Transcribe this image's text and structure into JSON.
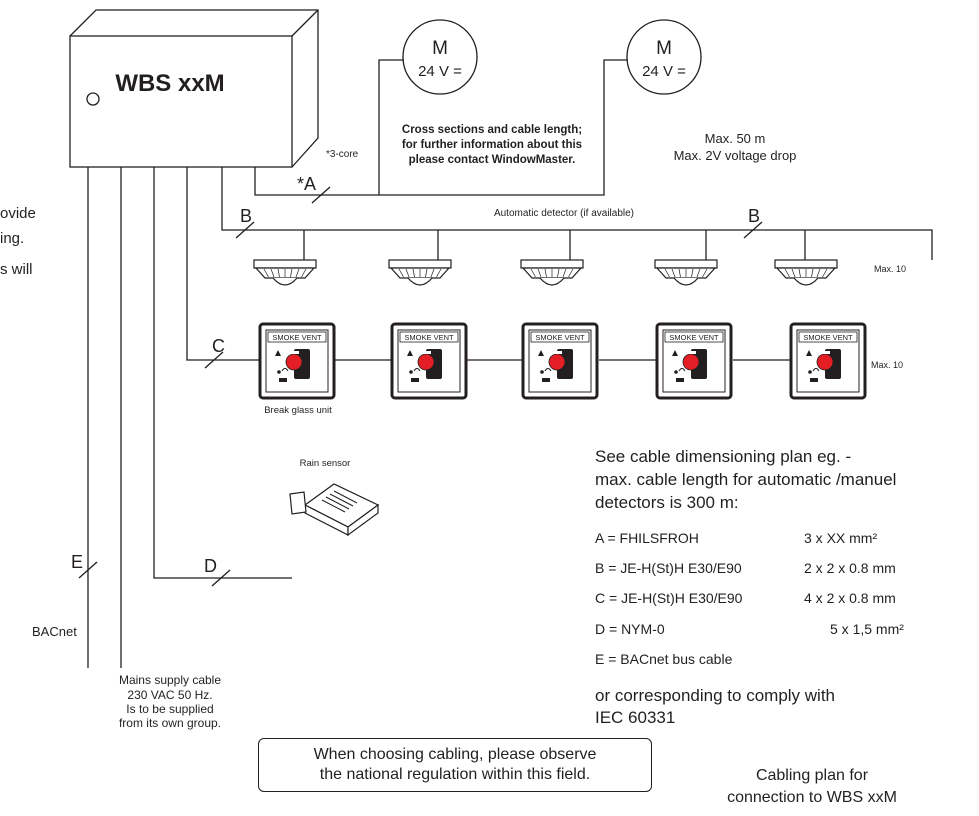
{
  "title": "WBS xxM",
  "left_partial_text": [
    "ovide",
    "ing.",
    "s will"
  ],
  "motors": [
    {
      "letter": "M",
      "voltage": "24 V ="
    },
    {
      "letter": "M",
      "voltage": "24 V ="
    }
  ],
  "cross_section_note": [
    "Cross sections and cable length;",
    "for further information about this",
    "please contact WindowMaster."
  ],
  "max_length_note": [
    "Max. 50 m",
    "Max. 2V voltage drop"
  ],
  "core_note": "*3-core",
  "cable_labels": {
    "a": "*A",
    "b1": "B",
    "b2": "B",
    "c": "C",
    "d": "D",
    "e": "E"
  },
  "detector_caption": "Automatic detector (if available)",
  "detector_max": "Max. 10",
  "break_glass_label": "SMOKE VENT",
  "break_glass_caption": "Break glass unit",
  "break_glass_max": "Max. 10",
  "rain_sensor_caption": "Rain sensor",
  "bacnet_label": "BACnet",
  "mains_note": [
    "Mains supply cable",
    "230 VAC 50 Hz.",
    "Is to be supplied",
    "from its own group."
  ],
  "dimensioning_intro": [
    "See cable dimensioning plan eg. -",
    "max. cable length for automatic /manuel",
    "detectors is 300 m:"
  ],
  "cable_specs": [
    {
      "code": "A = FHILSFROH",
      "size": "3 x XX mm²"
    },
    {
      "code": "B = JE-H(St)H E30/E90",
      "size": "2 x 2 x 0.8 mm"
    },
    {
      "code": "C = JE-H(St)H E30/E90",
      "size": "4 x 2 x 0.8 mm"
    },
    {
      "code": "D = NYM-0",
      "size": "5 x 1,5 mm²"
    },
    {
      "code": "E = BACnet bus cable",
      "size": ""
    }
  ],
  "comply_note": [
    "or corresponding to comply with",
    "IEC 60331"
  ],
  "regulation_note": [
    "When choosing cabling, please observe",
    "the national regulation within this field."
  ],
  "plan_title": [
    "Cabling plan for",
    "connection to WBS xxM"
  ]
}
